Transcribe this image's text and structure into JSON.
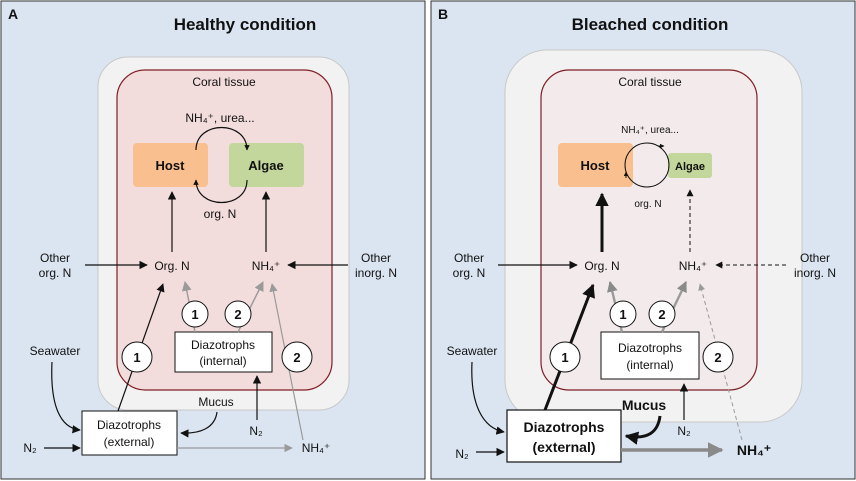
{
  "panels": [
    {
      "letter": "A",
      "title": "Healthy condition",
      "coral_tissue": "Coral tissue",
      "host": "Host",
      "algae": "Algae",
      "exchange_top": "NH₄⁺, urea...",
      "exchange_bottom": "org. N",
      "org_n": "Org. N",
      "nh4": "NH₄⁺",
      "other_org_n": [
        "Other",
        "org. N"
      ],
      "other_inorg_n": [
        "Other",
        "inorg. N"
      ],
      "pathway_1": "1",
      "pathway_2": "2",
      "diazo_internal": [
        "Diazotrophs",
        "(internal)"
      ],
      "diazo_external": [
        "Diazotrophs",
        "(external)"
      ],
      "seawater": "Seawater",
      "mucus": "Mucus",
      "n2": "N₂",
      "nh4_out": "NH₄⁺"
    },
    {
      "letter": "B",
      "title": "Bleached condition",
      "coral_tissue": "Coral tissue",
      "host": "Host",
      "algae": "Algae",
      "exchange_top": "NH₄⁺, urea...",
      "exchange_bottom": "org. N",
      "org_n": "Org. N",
      "nh4": "NH₄⁺",
      "other_org_n": [
        "Other",
        "org. N"
      ],
      "other_inorg_n": [
        "Other",
        "inorg. N"
      ],
      "pathway_1": "1",
      "pathway_2": "2",
      "diazo_internal": [
        "Diazotrophs",
        "(internal)"
      ],
      "diazo_external": [
        "Diazotrophs",
        "(external)"
      ],
      "seawater": "Seawater",
      "mucus": "Mucus",
      "n2": "N₂",
      "nh4_out": "NH₄⁺"
    }
  ],
  "colors": {
    "panel_bg": "#dbe5f1",
    "mucus_layer": "#f2f2f2",
    "tissue_healthy": "#f3dcdc",
    "tissue_bleached": "#f3eaec",
    "tissue_border": "#7f1f25",
    "host": "#f9bf8f",
    "algae": "#c3d69b",
    "grey_arrow": "#9a9a9a"
  }
}
